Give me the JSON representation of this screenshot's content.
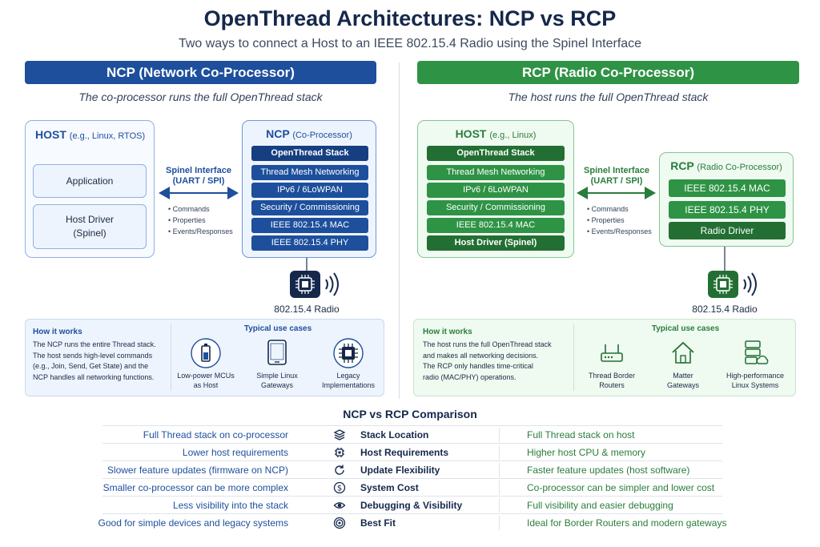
{
  "header": {
    "title": "OpenThread Architectures: NCP vs RCP",
    "subtitle": "Two ways to connect a Host to an IEEE 802.15.4 Radio using the Spinel Interface"
  },
  "ncp": {
    "banner": "NCP (Network Co-Processor)",
    "tagline": "The co-processor runs the full OpenThread stack",
    "host": {
      "title": "HOST",
      "title_suffix": "(e.g., Linux, RTOS)",
      "blocks": [
        "Application",
        "Host Driver",
        "(Spinel)"
      ]
    },
    "spinel": {
      "line1": "Spinel Interface",
      "line2": "(UART / SPI)",
      "items": [
        "Commands",
        "Properties",
        "Events/Responses"
      ]
    },
    "coprocessor": {
      "title": "NCP",
      "title_suffix": "(Co-Processor)",
      "layers": [
        "OpenThread Stack",
        "Thread Mesh Networking",
        "IPv6 / 6LoWPAN",
        "Security / Commissioning",
        "IEEE 802.15.4 MAC",
        "IEEE 802.15.4 PHY"
      ]
    },
    "radio_label": "802.15.4 Radio",
    "how": {
      "title": "How it works",
      "lines": [
        "The NCP runs the entire Thread stack.",
        "The host sends high-level commands",
        "(e.g., Join, Send, Get State) and the",
        "NCP handles all networking functions."
      ]
    },
    "use_cases": {
      "title": "Typical use cases",
      "items": [
        {
          "line1": "Low-power MCUs",
          "line2": "as Host",
          "icon": "battery-icon"
        },
        {
          "line1": "Simple Linux",
          "line2": "Gateways",
          "icon": "tablet-icon"
        },
        {
          "line1": "Legacy",
          "line2": "Implementations",
          "icon": "chip-icon"
        }
      ]
    }
  },
  "rcp": {
    "banner": "RCP (Radio Co-Processor)",
    "tagline": "The host runs the full OpenThread stack",
    "host": {
      "title": "HOST",
      "title_suffix": "(e.g., Linux)",
      "layers": [
        "OpenThread Stack",
        "Thread Mesh Networking",
        "IPv6 / 6LoWPAN",
        "Security / Commissioning",
        "IEEE 802.15.4 MAC",
        "Host Driver (Spinel)"
      ]
    },
    "spinel": {
      "line1": "Spinel Interface",
      "line2": "(UART / SPI)",
      "items": [
        "Commands",
        "Properties",
        "Events/Responses"
      ]
    },
    "coprocessor": {
      "title": "RCP",
      "title_suffix": "(Radio Co-Processor)",
      "layers": [
        "IEEE 802.15.4 MAC",
        "IEEE 802.15.4 PHY",
        "Radio Driver"
      ]
    },
    "radio_label": "802.15.4 Radio",
    "how": {
      "title": "How it works",
      "lines": [
        "The host runs the full OpenThread stack",
        "and makes all networking decisions.",
        "The RCP only handles time-critical",
        "radio (MAC/PHY) operations."
      ]
    },
    "use_cases": {
      "title": "Typical use cases",
      "items": [
        {
          "line1": "Thread Border",
          "line2": "Routers",
          "icon": "router-icon"
        },
        {
          "line1": "Matter",
          "line2": "Gateways",
          "icon": "home-icon"
        },
        {
          "line1": "High-performance",
          "line2": "Linux Systems",
          "icon": "server-cloud-icon"
        }
      ]
    }
  },
  "comparison": {
    "title": "NCP vs RCP Comparison",
    "rows": [
      {
        "ncp": "Full Thread stack on co-processor",
        "aspect": "Stack Location",
        "rcp": "Full Thread stack on host",
        "icon": "layers-icon"
      },
      {
        "ncp": "Lower host requirements",
        "aspect": "Host Requirements",
        "rcp": "Higher host CPU & memory",
        "icon": "cpu-icon"
      },
      {
        "ncp": "Slower feature updates (firmware on NCP)",
        "aspect": "Update Flexibility",
        "rcp": "Faster feature updates (host software)",
        "icon": "refresh-icon"
      },
      {
        "ncp": "Smaller co-processor can be more complex",
        "aspect": "System Cost",
        "rcp": "Co-processor can be simpler and lower cost",
        "icon": "dollar-icon"
      },
      {
        "ncp": "Less visibility into the stack",
        "aspect": "Debugging & Visibility",
        "rcp": "Full visibility and easier debugging",
        "icon": "eye-icon"
      },
      {
        "ncp": "Good for simple devices and legacy systems",
        "aspect": "Best Fit",
        "rcp": "Ideal for Border Routers and modern gateways",
        "icon": "target-icon"
      }
    ]
  },
  "colors": {
    "ncp_blue": "#1d4f9c",
    "rcp_green": "#2f9345",
    "dark_navy": "#15284b"
  }
}
